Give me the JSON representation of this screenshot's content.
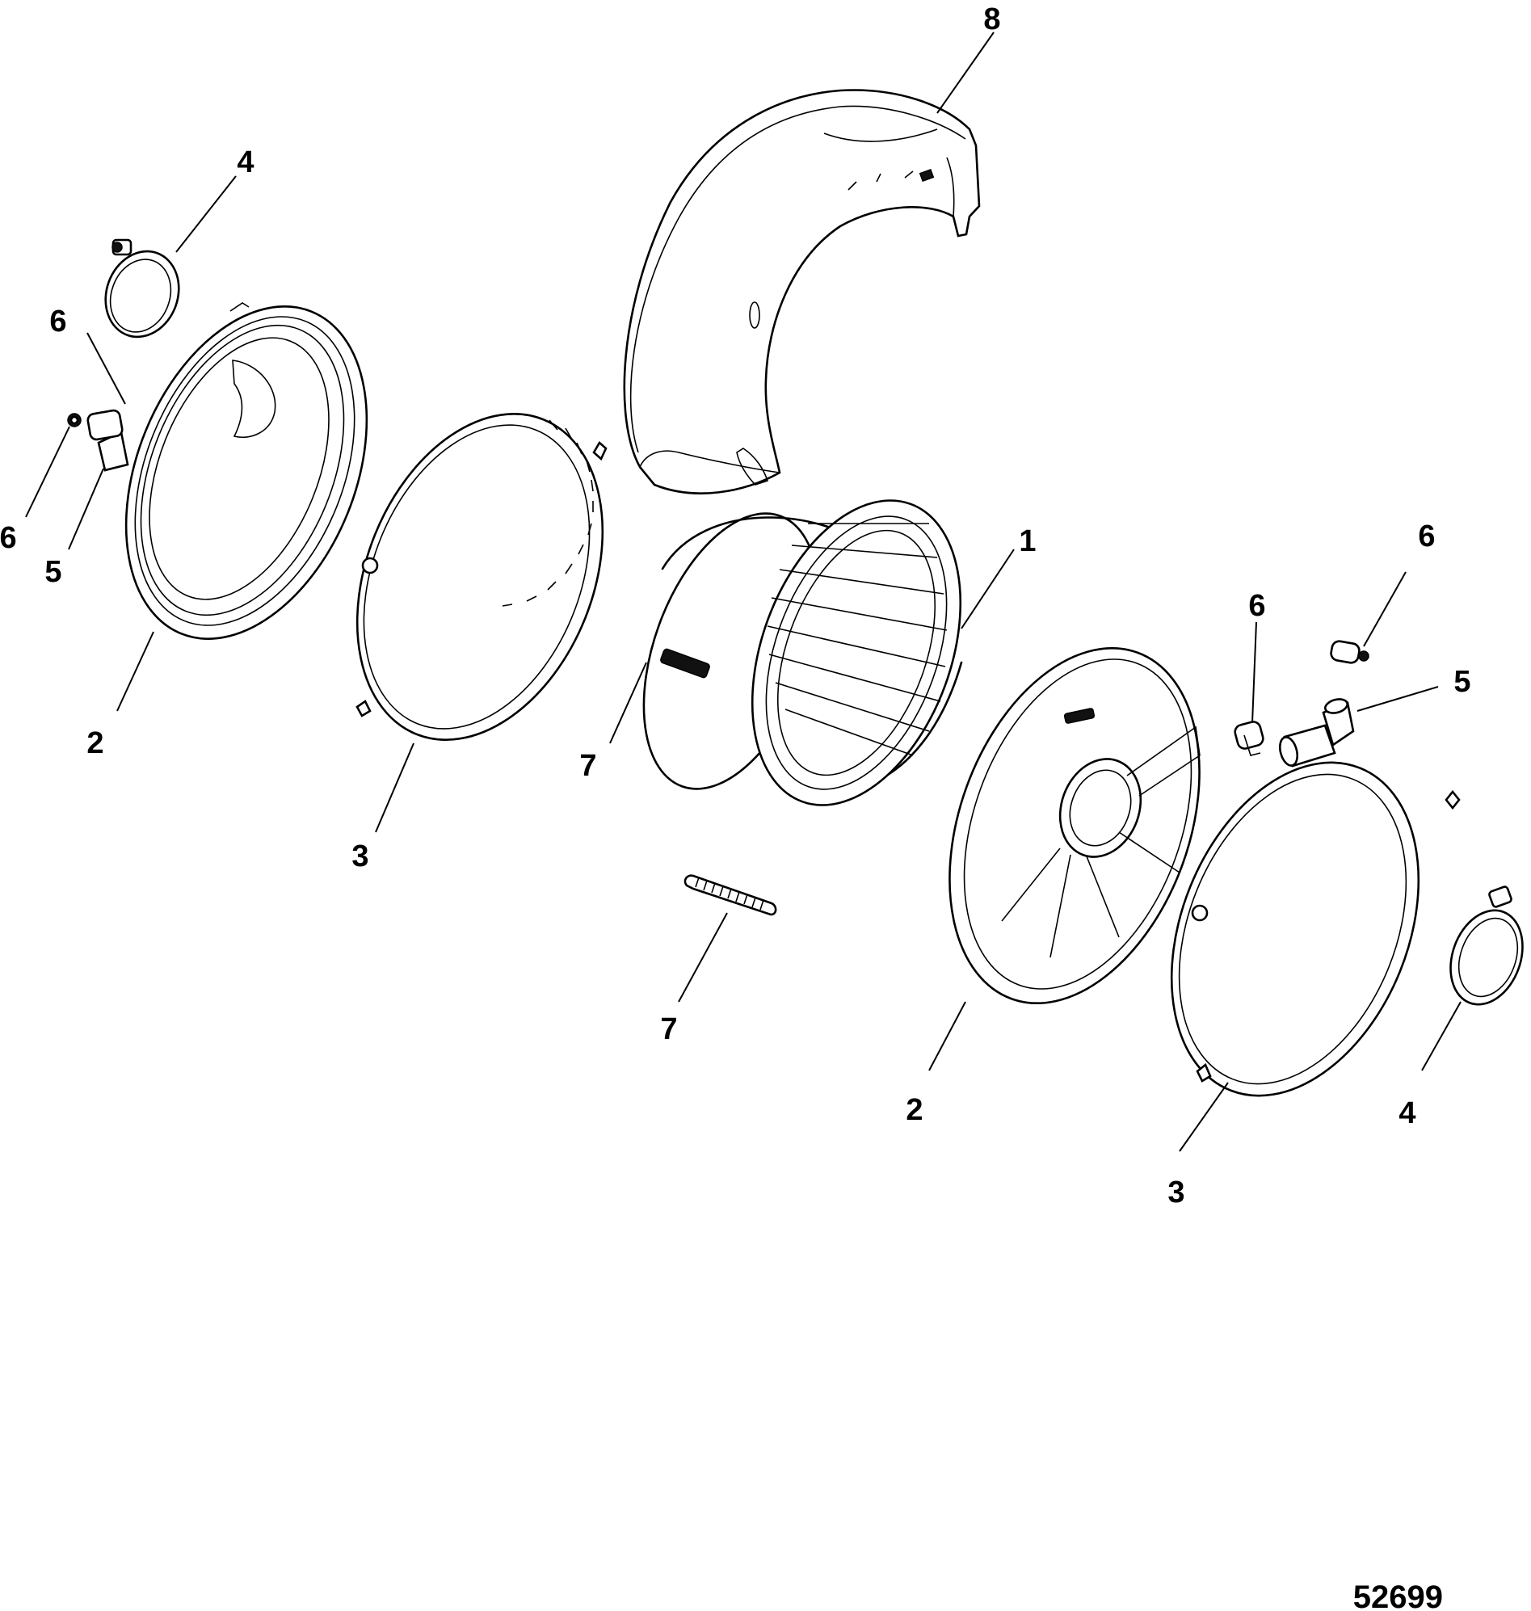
{
  "figure_number": "52699",
  "callouts": [
    {
      "id": "c8",
      "label": "8"
    },
    {
      "id": "c4a",
      "label": "4"
    },
    {
      "id": "c6a",
      "label": "6"
    },
    {
      "id": "c6b",
      "label": "6"
    },
    {
      "id": "c5a",
      "label": "5"
    },
    {
      "id": "c2a",
      "label": "2"
    },
    {
      "id": "c3a",
      "label": "3"
    },
    {
      "id": "c1",
      "label": "1"
    },
    {
      "id": "c7a",
      "label": "7"
    },
    {
      "id": "c7b",
      "label": "7"
    },
    {
      "id": "c6c",
      "label": "6"
    },
    {
      "id": "c6d",
      "label": "6"
    },
    {
      "id": "c5b",
      "label": "5"
    },
    {
      "id": "c2b",
      "label": "2"
    },
    {
      "id": "c4b",
      "label": "4"
    },
    {
      "id": "c3b",
      "label": "3"
    }
  ]
}
